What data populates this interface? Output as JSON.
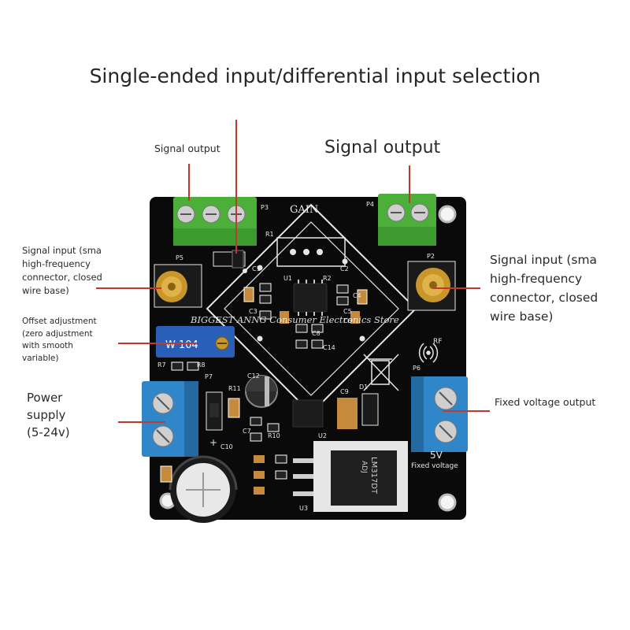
{
  "title": "Single-ended input/differential input selection",
  "labels": {
    "signal_output_left": "Signal output",
    "signal_output_right": "Signal output",
    "signal_input_left": "Signal input (sma\nhigh-frequency\nconnector, closed\nwire base)",
    "signal_input_right": "Signal input (sma\nhigh-frequency\nconnector, closed\nwire base)",
    "offset_adjustment": "Offset adjustment\n(zero adjustment\nwith smooth\nvariable)",
    "power_supply": "Power\nsupply\n(5-24v)",
    "fixed_voltage_output": "Fixed voltage output"
  },
  "watermark": "BIGGEST ANNG Consumer Electronics Store",
  "board_silkscreen": {
    "gain": "GAIN",
    "p3": "P3",
    "p4": "P4",
    "p5": "P5",
    "p2": "P2",
    "p6": "P6",
    "r1": "R1",
    "u1": "U1",
    "r2": "R2",
    "c1": "C1",
    "c2": "C2",
    "c3": "C3",
    "c4": "C4",
    "c5": "C5",
    "c6": "C6",
    "c8": "C8",
    "c14": "C14",
    "rf": "RF",
    "r7": "R7",
    "r8": "R8",
    "p7": "P7",
    "r11": "R11",
    "c12": "C12",
    "c9": "C9",
    "c10": "C10",
    "c7": "C7",
    "r10": "R10",
    "u2": "U2",
    "d1": "D1",
    "u3": "U3",
    "plus": "+",
    "pot_code": "W 104",
    "out_5v": "5V",
    "fixed_voltage": "Fixed voltage",
    "reg_text_1": "LM317DT",
    "reg_text_2": "ADJ"
  },
  "colors": {
    "pcb": "#0a0a0a",
    "terminal_green": "#4caf3a",
    "terminal_blue": "#2f86c9",
    "leader_line": "#c0392b",
    "gold": "#c9962a",
    "potentiometer": "#2a5fb8"
  }
}
